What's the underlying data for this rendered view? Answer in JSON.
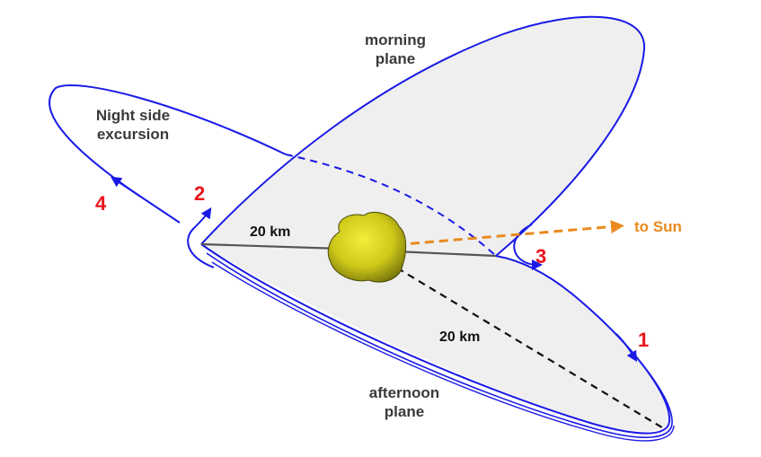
{
  "labels": {
    "morning_plane": "morning\nplane",
    "night_side": "Night side\nexcursion",
    "afternoon_plane": "afternoon\nplane",
    "to_sun": "to Sun",
    "distance_1": "20 km",
    "distance_2": "20 km",
    "step_1": "1",
    "step_2": "2",
    "step_3": "3",
    "step_4": "4"
  },
  "colors": {
    "orbit": "#1a1ae6",
    "plane_fill": "#efefef",
    "sun_arrow": "#e98a1e",
    "step_numbers": "#e8141a",
    "asteroid": "#d7d21a"
  }
}
